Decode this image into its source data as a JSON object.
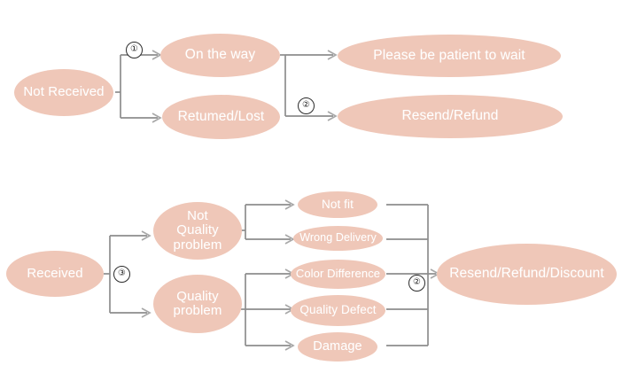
{
  "diagram": {
    "title": "Order issue resolution flowchart",
    "palette": {
      "node_fill": "#efc7b8",
      "node_text": "#ffffff",
      "connector": "#8d8d8d",
      "arrowhead": "#a8a8a8",
      "marker_border": "#2b2b2b",
      "background": "#ffffff"
    },
    "sections": [
      {
        "name": "not-received-flow",
        "root": {
          "label": "Not Received"
        },
        "stages": [
          {
            "label": "On the way"
          },
          {
            "label": "Retumed/Lost"
          }
        ],
        "outcomes": [
          {
            "label": "Please be patient to wait"
          },
          {
            "label": "Resend/Refund"
          }
        ],
        "markers": [
          {
            "label": "①"
          },
          {
            "label": "②"
          }
        ]
      },
      {
        "name": "received-flow",
        "root": {
          "label": "Received"
        },
        "branches": [
          {
            "label": "Not\nQuality\nproblem"
          },
          {
            "label": "Quality\nproblem"
          }
        ],
        "reasons": [
          {
            "label": "Not fit"
          },
          {
            "label": "Wrong Delivery"
          },
          {
            "label": "Color Difference"
          },
          {
            "label": "Quality Defect"
          },
          {
            "label": "Damage"
          }
        ],
        "outcomes": [
          {
            "label": "Resend/Refund/Discount"
          }
        ],
        "markers": [
          {
            "label": "③"
          },
          {
            "label": "②"
          }
        ]
      }
    ]
  }
}
